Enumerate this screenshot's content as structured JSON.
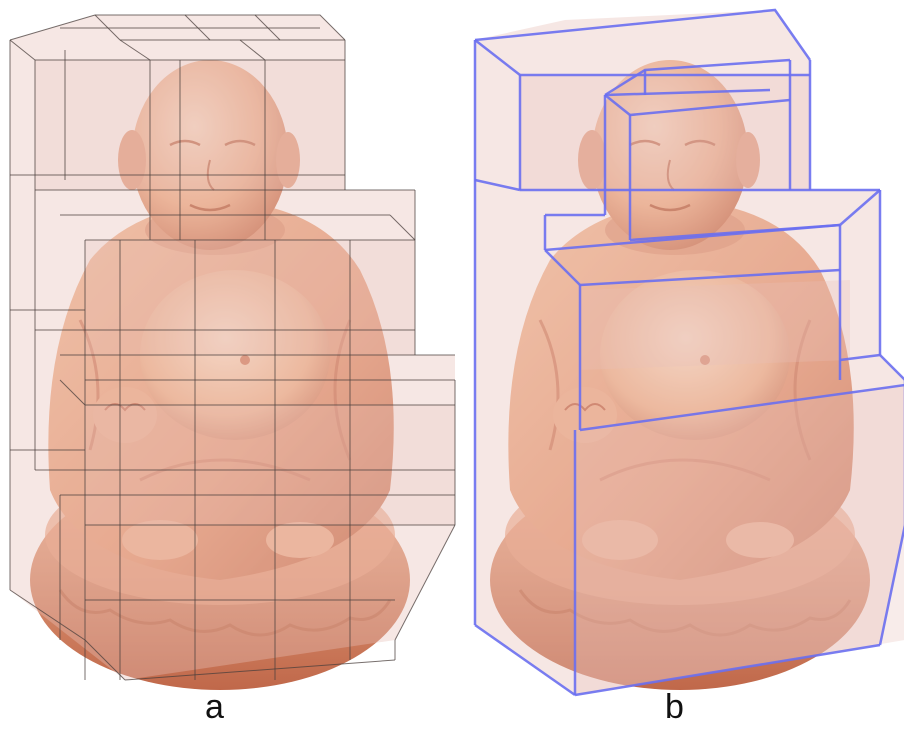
{
  "panels": [
    {
      "label": "a",
      "subject": "buddha-statue",
      "box_style": "uniform-grid",
      "edge_color": "#4a3f3c"
    },
    {
      "label": "b",
      "subject": "buddha-statue",
      "box_style": "adaptive-blocks",
      "edge_color": "#6a6ff0"
    }
  ],
  "colors": {
    "statue_light": "#f7c9a6",
    "statue_mid": "#e9a27e",
    "statue_dark": "#c8704f",
    "box_fill": "#e8bfb8",
    "background": "#ffffff"
  }
}
